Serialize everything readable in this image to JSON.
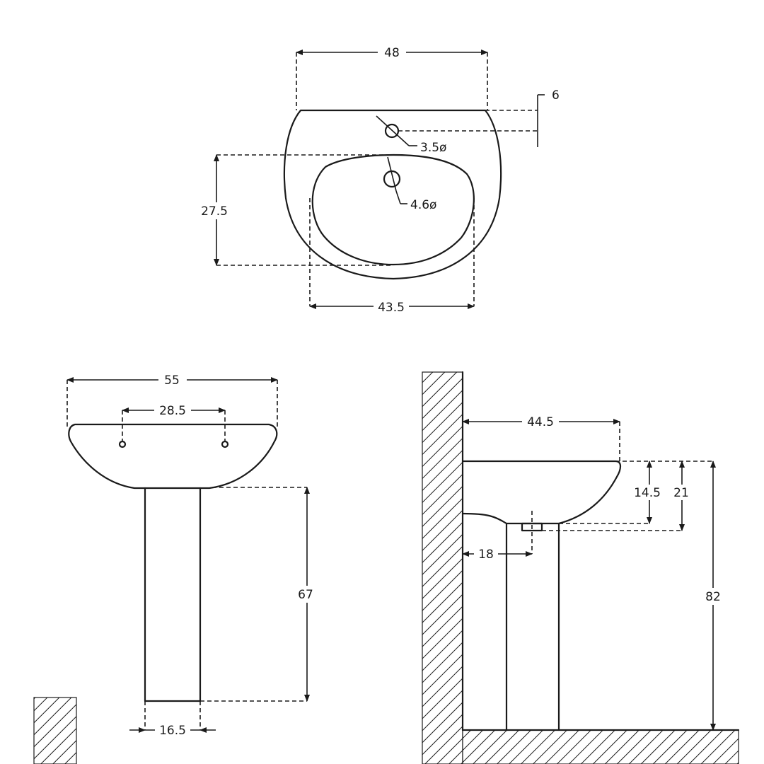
{
  "top_view": {
    "width_label": "48",
    "offset_label": "6",
    "tap_hole_label": "3.5ø",
    "drain_hole_label": "4.6ø",
    "depth_label": "27.5",
    "bowl_width_label": "43.5"
  },
  "front_view": {
    "overall_width_label": "55",
    "fixing_spacing_label": "28.5",
    "pedestal_height_label": "67",
    "pedestal_width_label": "16.5"
  },
  "side_view": {
    "projection_label": "44.5",
    "bowl_depth_label": "14.5",
    "basin_height_label": "21",
    "waste_offset_label": "18",
    "total_height_label": "82"
  }
}
